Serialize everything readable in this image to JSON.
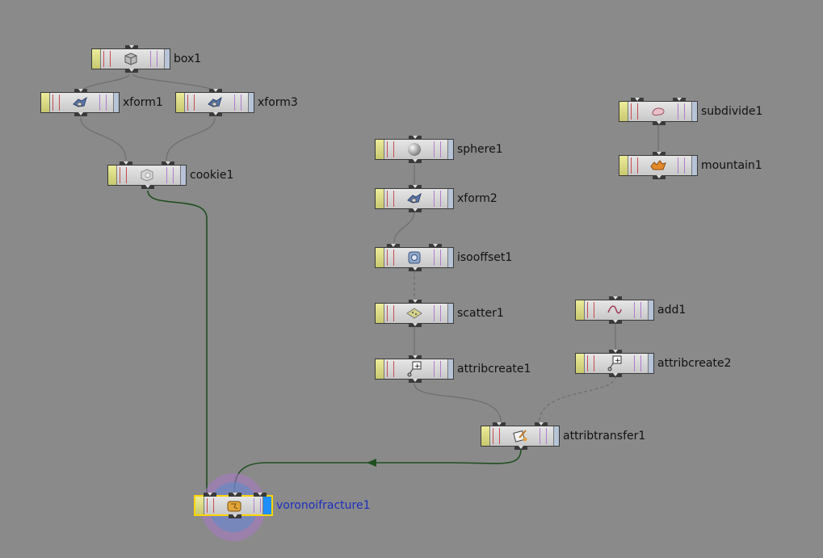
{
  "nodes": [
    {
      "id": "box1",
      "label": "box1",
      "icon": "box-icon"
    },
    {
      "id": "xform1",
      "label": "xform1",
      "icon": "transform-icon"
    },
    {
      "id": "xform3",
      "label": "xform3",
      "icon": "transform-icon"
    },
    {
      "id": "cookie1",
      "label": "cookie1",
      "icon": "cookie-icon"
    },
    {
      "id": "sphere1",
      "label": "sphere1",
      "icon": "sphere-icon"
    },
    {
      "id": "xform2",
      "label": "xform2",
      "icon": "transform-icon"
    },
    {
      "id": "isooffset1",
      "label": "isooffset1",
      "icon": "isooffset-icon"
    },
    {
      "id": "scatter1",
      "label": "scatter1",
      "icon": "scatter-icon"
    },
    {
      "id": "attribcreate1",
      "label": "attribcreate1",
      "icon": "attribcreate-icon"
    },
    {
      "id": "subdivide1",
      "label": "subdivide1",
      "icon": "subdivide-icon"
    },
    {
      "id": "mountain1",
      "label": "mountain1",
      "icon": "mountain-icon"
    },
    {
      "id": "add1",
      "label": "add1",
      "icon": "curve-icon"
    },
    {
      "id": "attribcreate2",
      "label": "attribcreate2",
      "icon": "attribcreate-icon"
    },
    {
      "id": "attribtransfer1",
      "label": "attribtransfer1",
      "icon": "attribtransfer-icon"
    },
    {
      "id": "voronoifracture1",
      "label": "voronoifracture1",
      "icon": "voronoi-icon",
      "selected": true
    }
  ],
  "colors": {
    "background": "#8a8a8a",
    "wire": "#6d6d6d",
    "active_wire": "#1f4f1f",
    "selected_border": "#ffd400",
    "selected_label": "#1c2fbf",
    "display_flag": "#1f8fff"
  }
}
